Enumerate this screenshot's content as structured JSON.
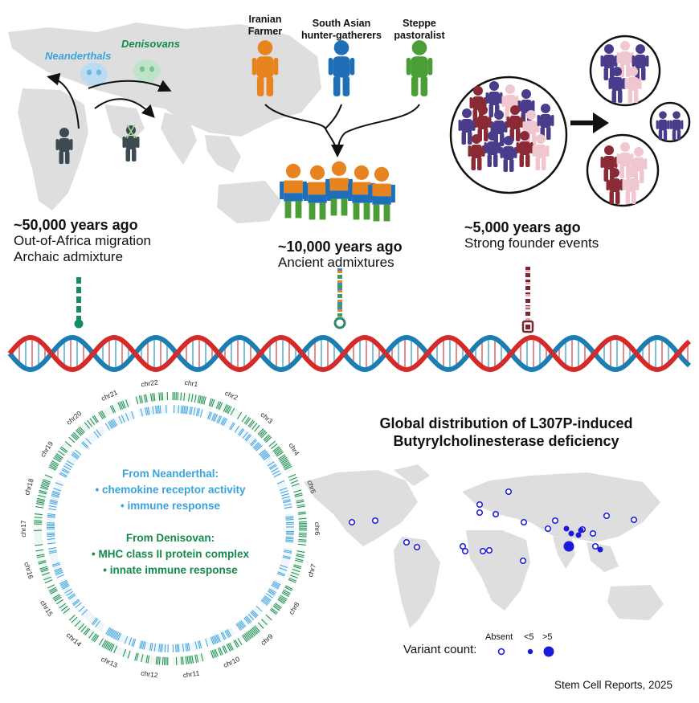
{
  "archaic": {
    "neanderthals": "Neanderthals",
    "denisovans": "Denisovans"
  },
  "ancestors": [
    {
      "label": "Iranian\nFarmer",
      "color": "#e8841f"
    },
    {
      "label": "South Asian\nhunter-gatherers",
      "color": "#1f6fb8"
    },
    {
      "label": "Steppe\npastoralist",
      "color": "#4a9e35"
    }
  ],
  "events": [
    {
      "title": "~50,000 years ago",
      "lines": [
        "Out-of-Africa migration",
        "Archaic admixture"
      ]
    },
    {
      "title": "~10,000 years ago",
      "lines": [
        "Ancient admixtures"
      ]
    },
    {
      "title": "~5,000 years ago",
      "lines": [
        "Strong founder events"
      ]
    }
  ],
  "circos": {
    "chromosomes": [
      "chr1",
      "chr2",
      "chr3",
      "chr4",
      "chr5",
      "chr6",
      "chr7",
      "chr8",
      "chr9",
      "chr10",
      "chr11",
      "chr12",
      "chr13",
      "chr14",
      "chr15",
      "chr16",
      "chr17",
      "chr18",
      "chr19",
      "chr20",
      "chr21",
      "chr22"
    ],
    "neanderthal_heading": "From Neanderthal:",
    "neanderthal_items": [
      "chemokine receptor activity",
      "immune response"
    ],
    "denisovan_heading": "From Denisovan:",
    "denisovan_items": [
      "MHC class II protein complex",
      "innate immune response"
    ]
  },
  "map": {
    "title": "Global distribution of L307P-induced\nButyrylcholinesterase deficiency",
    "legend_label": "Variant count:",
    "legend_items": [
      "Absent",
      "<5",
      ">5"
    ]
  },
  "colors": {
    "neanderthal": "#3aa3dd",
    "denisovan": "#138a4c",
    "dna_red": "#d42a2a",
    "dna_blue": "#1a7fb0",
    "variant": "#1a1adc",
    "land": "#dedede"
  },
  "citation": "Stem Cell Reports, 2025"
}
